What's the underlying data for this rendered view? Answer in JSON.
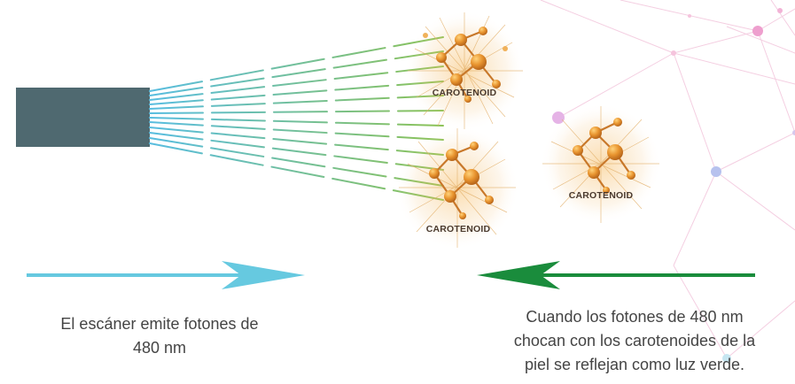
{
  "molecules": [
    {
      "label": "CAROTENOID"
    },
    {
      "label": "CAROTENOID"
    },
    {
      "label": "CAROTENOID"
    }
  ],
  "captions": {
    "left": [
      "El escáner emite fotones de",
      "480 nm"
    ],
    "right": [
      "Cuando los fotones de 480 nm",
      "chocan con los carotenoides de la",
      "piel se reflejan como luz verde."
    ]
  },
  "colors": {
    "scanner": "#4f6970",
    "beam_blue": "#58bde0",
    "beam_green": "#8cc255",
    "arrow_emit": "#66c9e0",
    "arrow_reflect": "#1a8c3c",
    "molecule_core": "#d9822b",
    "molecule_light": "#f2b24a",
    "network_pink": "#f3b6d6",
    "network_blue": "#b9c6ee"
  }
}
